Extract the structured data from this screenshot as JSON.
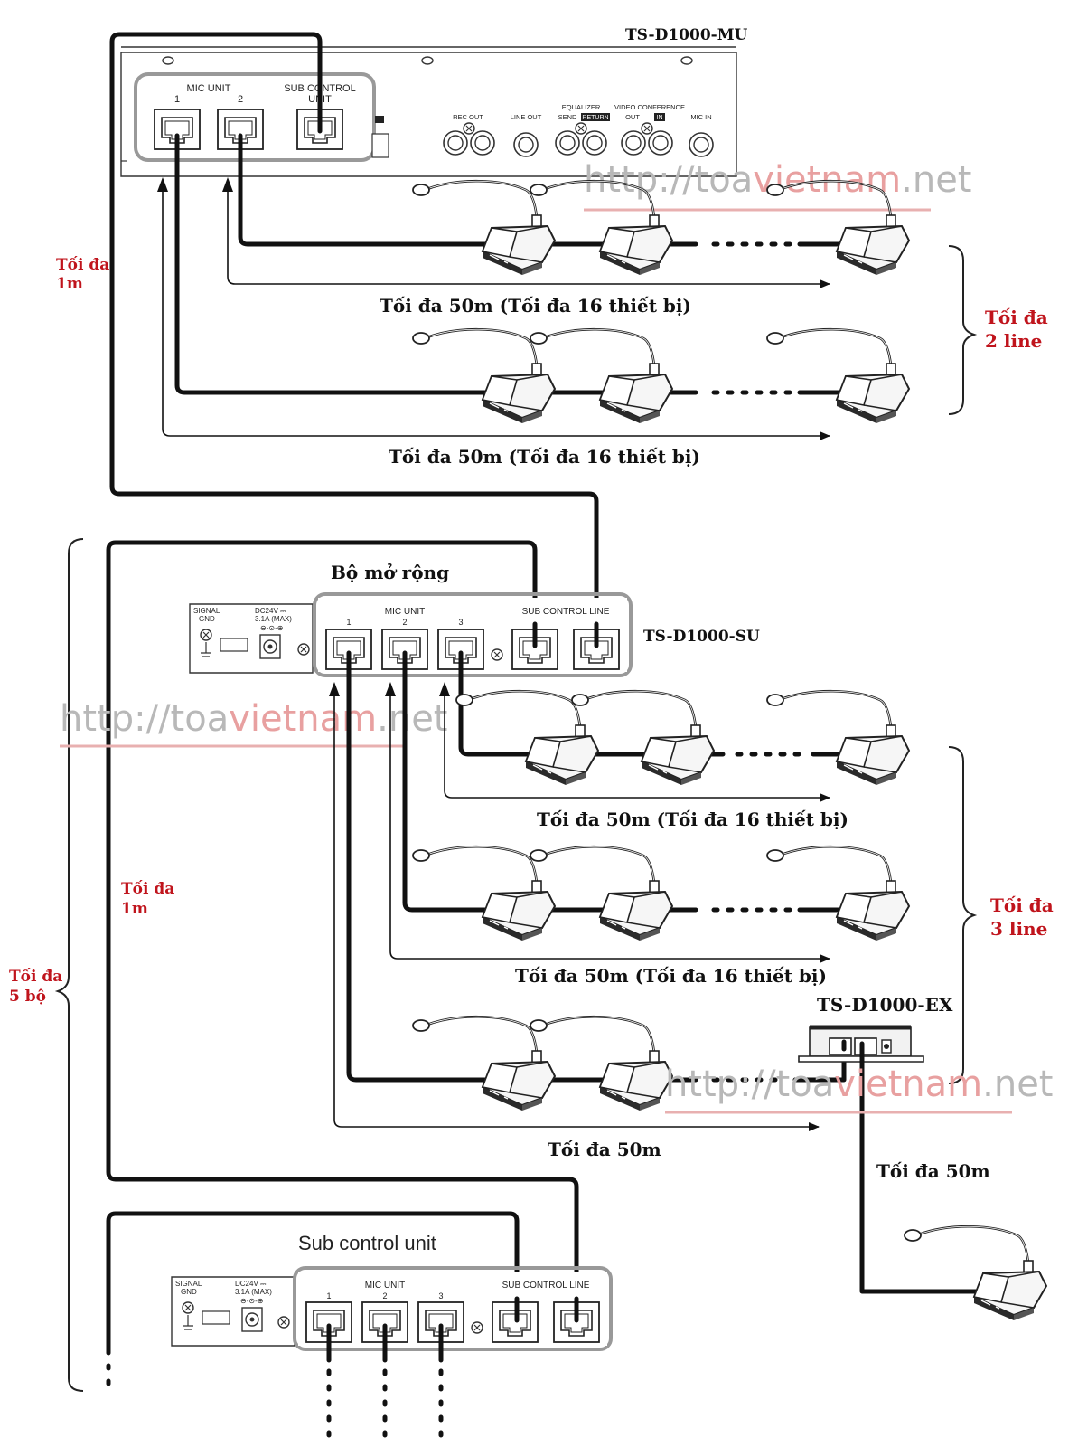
{
  "watermark": "http://toavietnam.net",
  "colors": {
    "cable": "#111111",
    "red_label": "#c0141c",
    "group_frame": "#999999",
    "watermark_gray": "#b8b8b8",
    "watermark_red": "#e8a0a0"
  },
  "main_unit": {
    "model": "TS-D1000-MU",
    "mic_unit_label": "MIC UNIT",
    "port_1": "1",
    "port_2": "2",
    "sub_control_label": "SUB CONTROL",
    "sub_control_label_2": "UNIT",
    "rec_out": "REC OUT",
    "line_out": "LINE OUT",
    "equalizer": "EQUALIZER",
    "send": "SEND",
    "return": "RETURN",
    "video_conference": "VIDEO CONFERENCE",
    "out": "OUT",
    "in": "IN",
    "mic_in": "MIC IN"
  },
  "expansion_unit": {
    "title": "Bộ mở rộng",
    "model": "TS-D1000-SU",
    "signal_gnd": "SIGNAL",
    "signal_gnd_2": "GND",
    "dc_label": "DC24V ⎓",
    "dc_current": "3.1A (MAX)",
    "polarity": "⊖-⊙-⊕",
    "mic_unit_label": "MIC UNIT",
    "port_1": "1",
    "port_2": "2",
    "port_3": "3",
    "sub_control_line": "SUB CONTROL LINE"
  },
  "sub_control_unit": {
    "title": "Sub control unit",
    "signal_gnd": "SIGNAL",
    "signal_gnd_2": "GND",
    "dc_label": "DC24V ⎓",
    "dc_current": "3.1A (MAX)",
    "polarity": "⊖-⊙-⊕",
    "mic_unit_label": "MIC UNIT",
    "port_1": "1",
    "port_2": "2",
    "port_3": "3",
    "sub_control_line": "SUB CONTROL LINE"
  },
  "extender": {
    "model": "TS-D1000-EX"
  },
  "labels": {
    "max_1m_top_1": "Tối đa",
    "max_1m_top_2": "1m",
    "line1_caption": "Tối đa 50m (Tối đa 16 thiết bị)",
    "line2_caption": "Tối đa 50m (Tối đa 16 thiết bị)",
    "max_2line_1": "Tối đa",
    "max_2line_2": "2 line",
    "line3_caption": "Tối đa 50m (Tối đa 16 thiết bị)",
    "line4_caption": "Tối đa 50m (Tối đa 16 thiết bị)",
    "max_1m_mid_1": "Tối đa",
    "max_1m_mid_2": "1m",
    "max_3line_1": "Tối đa",
    "max_3line_2": "3 line",
    "max_5_1": "Tối đa",
    "max_5_2": "5 bộ",
    "line5_caption": "Tối đa 50m",
    "ex_caption": "Tối đa 50m"
  }
}
